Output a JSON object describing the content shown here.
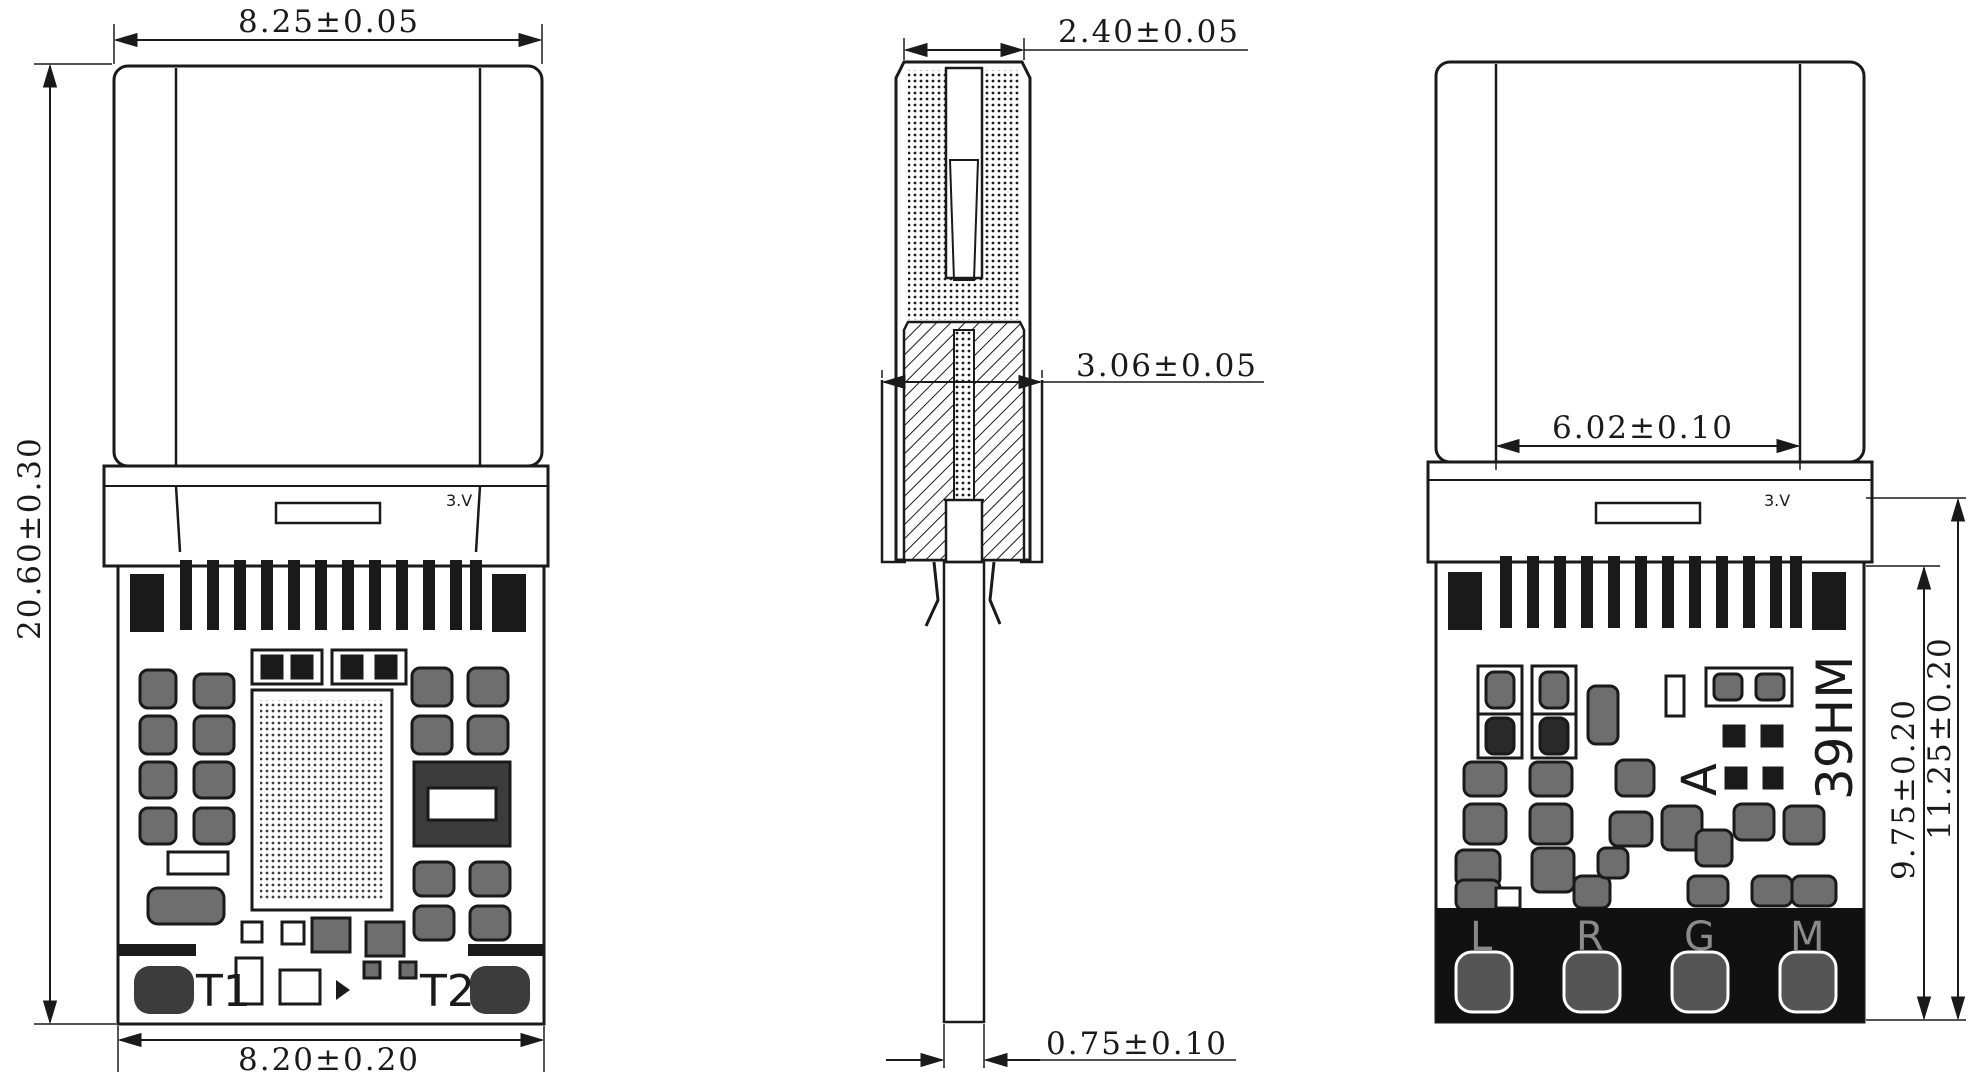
{
  "dimensions": {
    "front_width_top": "8.25±0.05",
    "front_width_bottom": "8.20±0.20",
    "front_height": "20.60±0.30",
    "side_top": "2.40±0.05",
    "side_mid": "3.06±0.05",
    "side_bottom": "0.75±0.10",
    "back_inner_width": "6.02±0.10",
    "back_height_a": "9.75±0.20",
    "back_height_b": "11.25±0.20"
  },
  "front_labels": {
    "t1": "T1",
    "t2": "T2"
  },
  "back_labels": {
    "model": "39HM",
    "a": "A",
    "pads": [
      "L",
      "R",
      "G",
      "M"
    ]
  }
}
